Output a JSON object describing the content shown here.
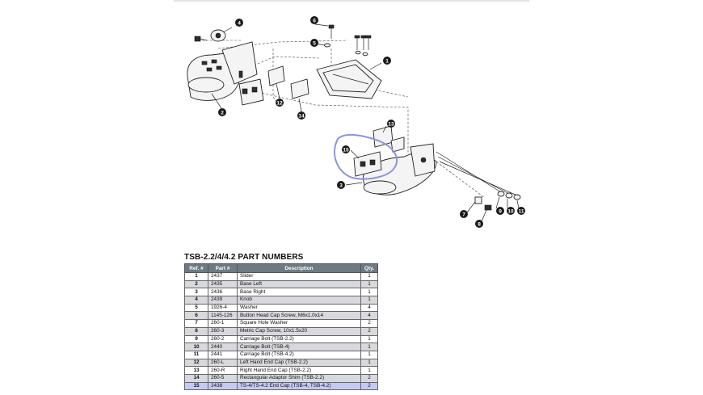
{
  "table": {
    "title": "TSB-2.2/4/4.2 PART NUMBERS",
    "headers": [
      "Ref. #",
      "Part #",
      "Description",
      "Qty."
    ],
    "rows": [
      {
        "ref": "1",
        "part": "2437",
        "desc": "Slider",
        "qty": "1"
      },
      {
        "ref": "2",
        "part": "2435",
        "desc": "Base Left",
        "qty": "1"
      },
      {
        "ref": "3",
        "part": "2436",
        "desc": "Base Right",
        "qty": "1"
      },
      {
        "ref": "4",
        "part": "2439",
        "desc": "Knob",
        "qty": "1"
      },
      {
        "ref": "5",
        "part": "1926-4",
        "desc": "Washer",
        "qty": "4"
      },
      {
        "ref": "6",
        "part": "1145-126",
        "desc": "Button Head Cap Screw, M6x1.0x14",
        "qty": "4"
      },
      {
        "ref": "7",
        "part": "260-1",
        "desc": "Square Hole Washer",
        "qty": "2"
      },
      {
        "ref": "8",
        "part": "260-3",
        "desc": "Metric Cap Screw, 10x1.5x20",
        "qty": "2"
      },
      {
        "ref": "9",
        "part": "260-2",
        "desc": "Carriage Bolt (TSB-2.2)",
        "qty": "1"
      },
      {
        "ref": "10",
        "part": "2440",
        "desc": "Carriage Bolt (TSB-4)",
        "qty": "1"
      },
      {
        "ref": "11",
        "part": "2441",
        "desc": "Carriage Bolt (TSB-4.2)",
        "qty": "1"
      },
      {
        "ref": "12",
        "part": "260-L",
        "desc": "Left Hand End Cap (TSB-2.2)",
        "qty": "1"
      },
      {
        "ref": "13",
        "part": "260-R",
        "desc": "Right Hand End Cap (TSB-2.2)",
        "qty": "1"
      },
      {
        "ref": "14",
        "part": "260-5",
        "desc": "Rectangular Adaptor Shim (TSB-2.2)",
        "qty": "2"
      },
      {
        "ref": "15",
        "part": "2438",
        "desc": "TS-4/TS-4.2 End Cap (TSB-4, TSB-4.2)",
        "qty": "2"
      }
    ]
  },
  "callouts": [
    "1",
    "2",
    "3",
    "4",
    "5",
    "6",
    "7",
    "8",
    "9",
    "10",
    "11",
    "12",
    "13",
    "14",
    "15"
  ],
  "colors": {
    "header_bg": "#6d7a84",
    "alt_row_bg": "#d7d9dd",
    "highlight_row_bg": "#c5c9f3",
    "highlight_outline": "#8a93e0"
  }
}
